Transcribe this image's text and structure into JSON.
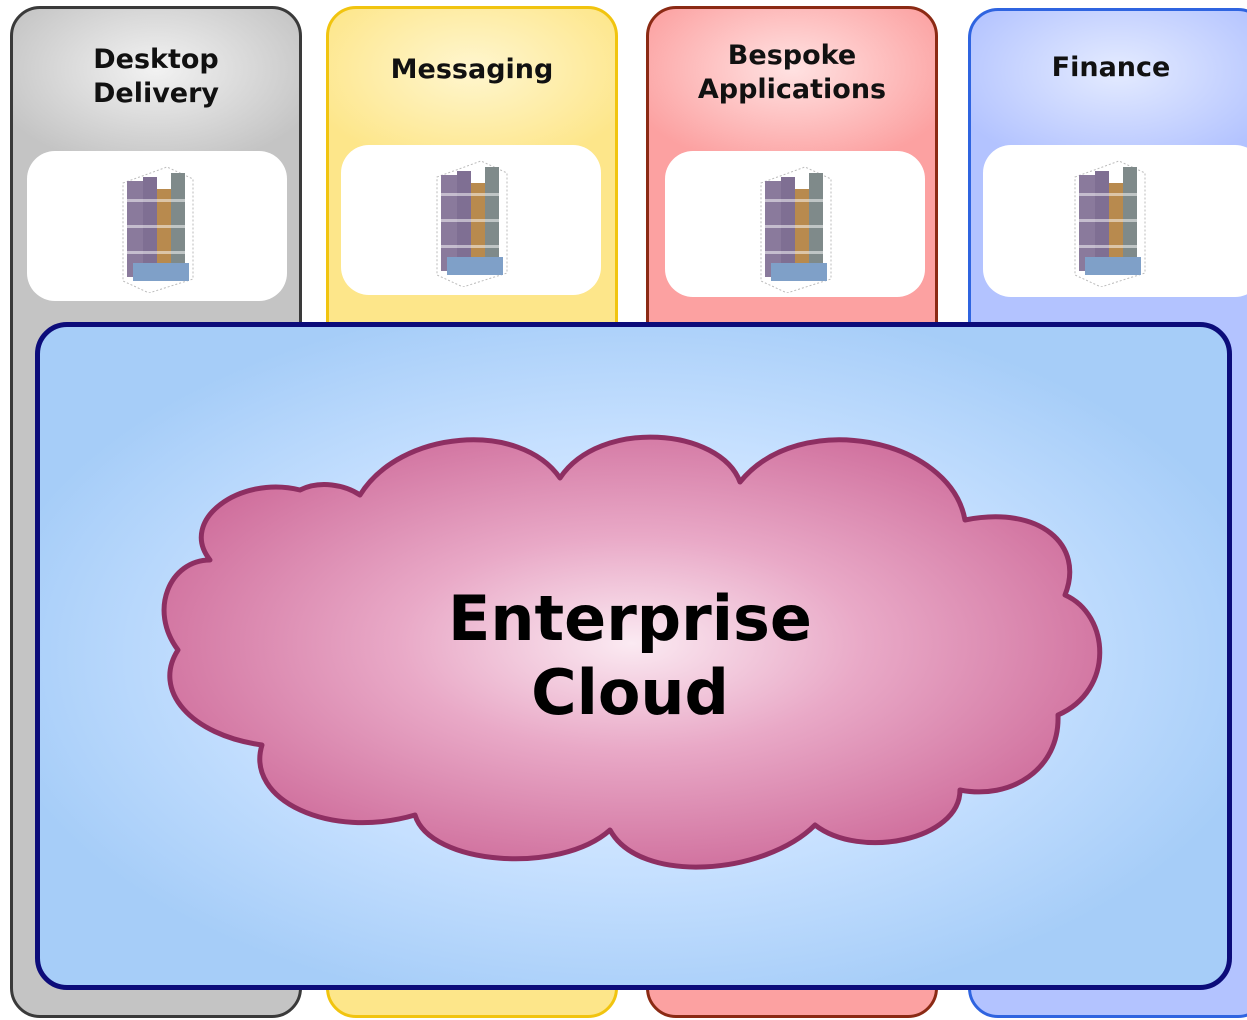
{
  "columns": [
    {
      "id": "desktop",
      "title": "Desktop\nDelivery"
    },
    {
      "id": "messaging",
      "title": "Messaging"
    },
    {
      "id": "bespoke",
      "title": "Bespoke\nApplications"
    },
    {
      "id": "finance",
      "title": "Finance"
    }
  ],
  "cloud": {
    "label_line1": "Enterprise",
    "label_line2": "Cloud"
  },
  "colors": {
    "desktop": "#c4c4c4",
    "messaging": "#fde68a",
    "bespoke": "#fca1a1",
    "finance": "#b3c3ff",
    "panel_border": "#0c0c7a",
    "panel_fill": "#c6e0ff",
    "cloud_fill": "#d67aa6",
    "cloud_border": "#8e2f62"
  },
  "icons": {
    "tile_icon": "datacenter-stack-icon"
  }
}
